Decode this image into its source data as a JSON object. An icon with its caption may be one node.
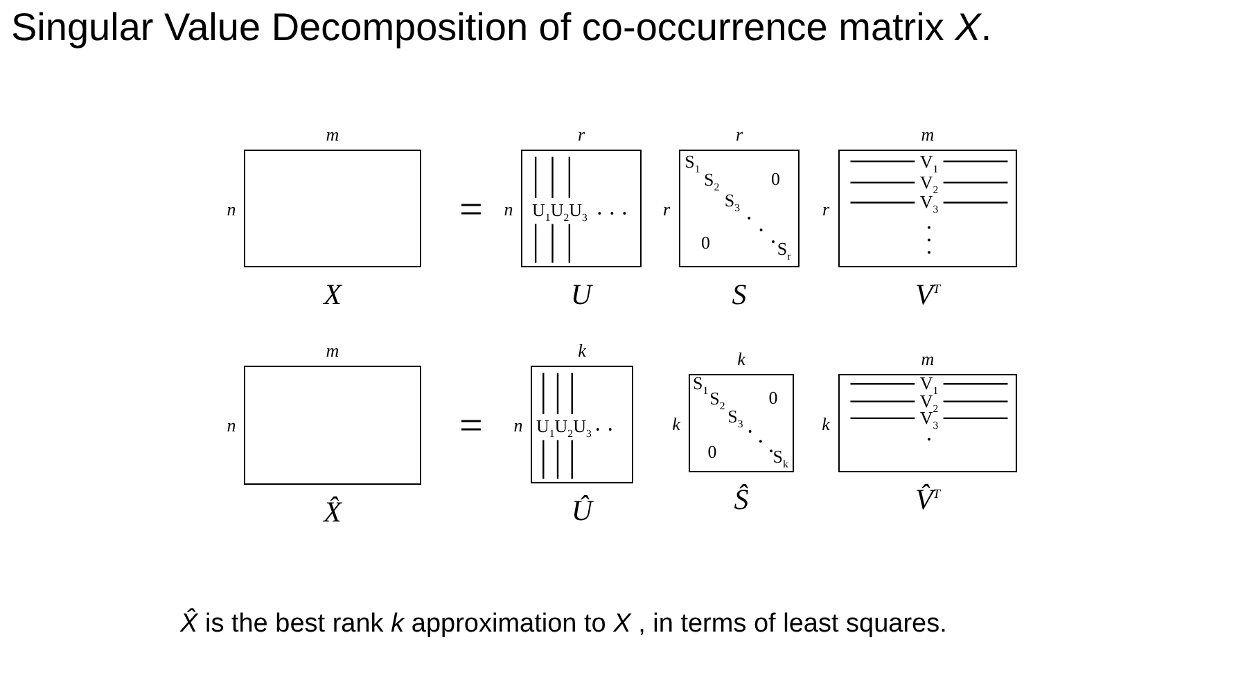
{
  "diagram": {
    "title": "Singular Value Decomposition of co-occurrence matrix *X*.",
    "caption": "*X̂* is the best rank *k* approximation to *X* , in terms of least squares.",
    "nodes": [
      {
        "text": [],
        "shape": "box",
        "beside": [
          "m",
          "n",
          "X"
        ]
      },
      {
        "text": [
          "U$_{1}$U$_{2}$U$_{3}$"
        ],
        "beside": [
          "r",
          "n",
          "U"
        ]
      },
      {
        "text": [
          "S$_{1}$",
          "S$_{2}$",
          "S$_{3}$",
          "S$_{r}$",
          "0",
          "0"
        ],
        "beside": [
          "r",
          "r",
          "S"
        ]
      },
      {
        "text": [
          "V$_{1}$",
          "V$_{2}$",
          "V$_{3}$"
        ],
        "beside": [
          "m",
          "r",
          "V$^{T}$"
        ]
      },
      {
        "text": [],
        "shape": "box",
        "beside": [
          "m",
          "n",
          "X̂"
        ]
      },
      {
        "text": [
          "U$_{1}$U$_{2}$U$_{3}$"
        ],
        "beside": [
          "k",
          "n",
          "Û"
        ]
      },
      {
        "text": [
          "S$_{1}$",
          "S$_{2}$",
          "S$_{3}$",
          "S$_{k}$",
          "0",
          "0"
        ],
        "beside": [
          "k",
          "k",
          "Ŝ"
        ]
      },
      {
        "text": [
          "V$_{1}$",
          "V$_{2}$",
          "V$_{3}$"
        ],
        "beside": [
          "m",
          "k",
          "V̂$^{T}$"
        ]
      }
    ],
    "edges": [],
    "labels": [
      "=",
      "="
    ]
  }
}
